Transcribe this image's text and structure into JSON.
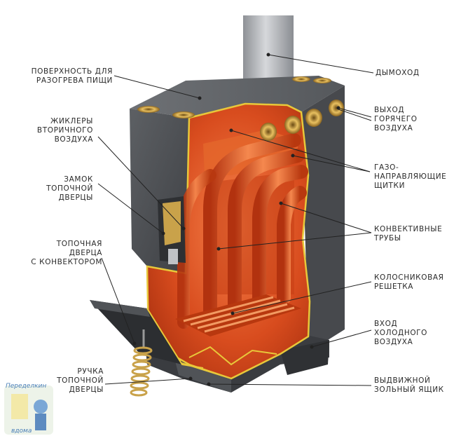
{
  "labels": {
    "cooking_surface": "ПОВЕРХНОСТЬ ДЛЯ\nРАЗОГРЕВА ПИЩИ",
    "secondary_air_jets": "ЖИКЛЕРЫ\nВТОРИЧНОГО\nВОЗДУХА",
    "door_lock": "ЗАМОК\nТОПОЧНОЙ\nДВЕРЦЫ",
    "firebox_door": "ТОПОЧНАЯ\nДВЕРЦА\nС КОНВЕКТОРОМ",
    "door_handle": "РУЧКА\nТОПОЧНОЙ\nДВЕРЦЫ",
    "chimney": "ДЫМОХОД",
    "hot_air_outlet": "ВЫХОД\nГОРЯЧЕГО\nВОЗДУХА",
    "gas_deflectors": "ГАЗО-\nНАПРАВЛЯЮЩИЕ\nЩИТКИ",
    "convection_pipes": "КОНВЕКТИВНЫЕ\nТРУБЫ",
    "grate": "КОЛОСНИКОВАЯ\nРЕШЕТКА",
    "cold_air_inlet": "ВХОД\nХОЛОДНОГО\nВОЗДУХА",
    "ash_drawer": "ВЫДВИЖНОЙ\nЗОЛЬНЫЙ ЯЩИК"
  },
  "watermark": {
    "line1": "Переделкин",
    "line2": "вдома"
  },
  "colors": {
    "body_dark": "#4a4c50",
    "body_light": "#6a6c70",
    "firebox": "#d9481c",
    "firebox_glow": "#f07a3a",
    "outline": "#e8c83a",
    "chimney": "#b9bcc0",
    "brass": "#c9a24a",
    "leader": "#222222"
  }
}
